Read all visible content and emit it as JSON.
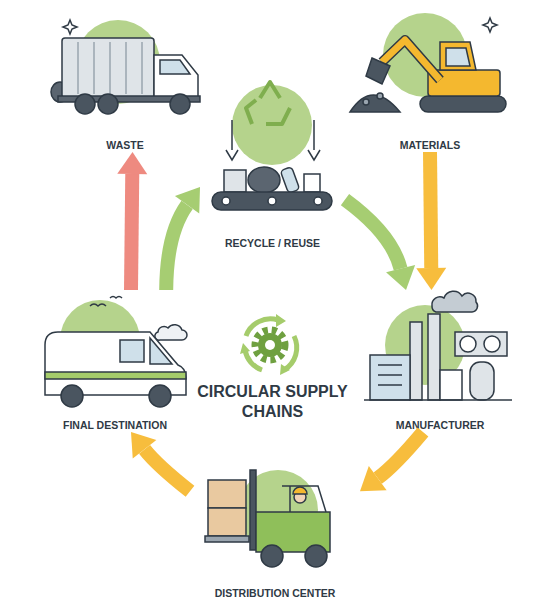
{
  "diagram": {
    "title": "CIRCULAR SUPPLY CHAINS",
    "nodes": [
      {
        "text": [
          "WASTE"
        ]
      },
      {
        "text": [
          "MATERIALS"
        ]
      },
      {
        "text": [
          "RECYCLE / REUSE"
        ]
      },
      {
        "text": [
          "FINAL DESTINATION"
        ]
      },
      {
        "text": [
          "MANUFACTURER"
        ]
      },
      {
        "text": [
          "DISTRIBUTION CENTER"
        ]
      }
    ],
    "edges": [
      {
        "from": 1,
        "to": 4,
        "arrow": "to"
      },
      {
        "from": 4,
        "to": 5,
        "arrow": "to"
      },
      {
        "from": 5,
        "to": 3,
        "arrow": "to"
      },
      {
        "from": 3,
        "to": 0,
        "arrow": "to"
      },
      {
        "from": 3,
        "to": 2,
        "arrow": "to"
      },
      {
        "from": 2,
        "to": 4,
        "arrow": "to"
      }
    ]
  }
}
